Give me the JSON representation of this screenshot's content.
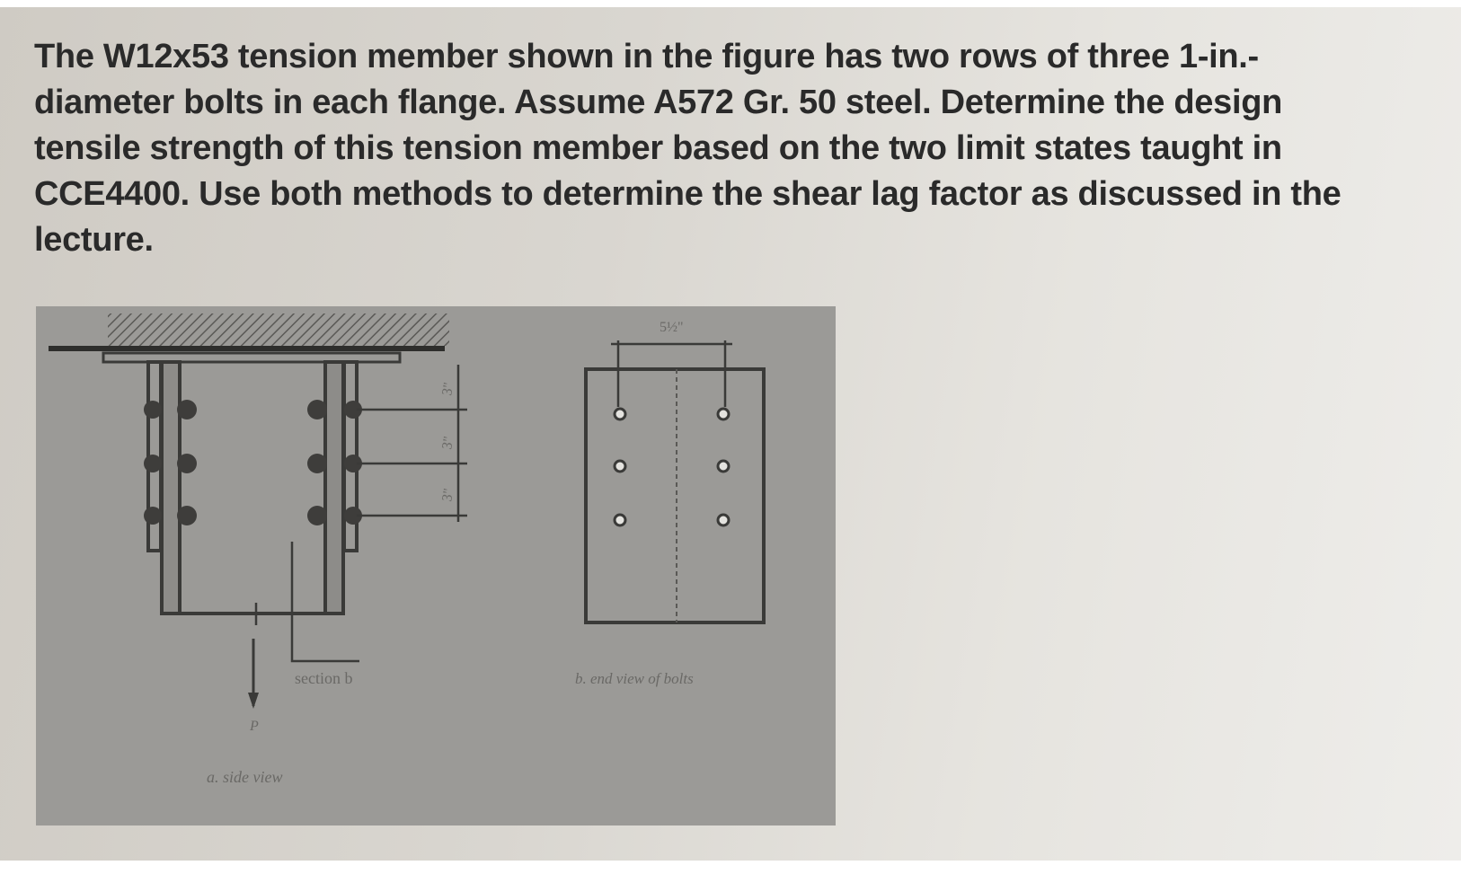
{
  "problem": {
    "text": "The W12x53 tension member shown in the figure has two rows of three 1-in.-diameter bolts in each flange. Assume A572 Gr. 50 steel. Determine the design tensile strength of this tension member based on the two limit states taught in CCE4400. Use both methods to determine the shear lag factor as discussed in the lecture.",
    "lines": [
      "The W12x53  tension member shown in the figure has two rows of three 1-in.-",
      "diameter bolts in each flange.  Assume A572 Gr. 50 steel. Determine the design",
      "tensile strength of this tension member based on the two limit states taught in",
      "CCE4400. Use both methods to determine the shear lag factor as discussed in the",
      "lecture."
    ]
  },
  "figure": {
    "side_view_caption": "a. side view",
    "section_label": "section b",
    "load_label": "P",
    "spacing_labels": [
      "3\"",
      "3\"",
      "3\""
    ],
    "end_view_caption": "b. end view of bolts",
    "gage_label": "5½\""
  },
  "colors": {
    "text": "#2a2a2a",
    "figure_bg": "#9b9a97",
    "line": "#3a3a38"
  }
}
